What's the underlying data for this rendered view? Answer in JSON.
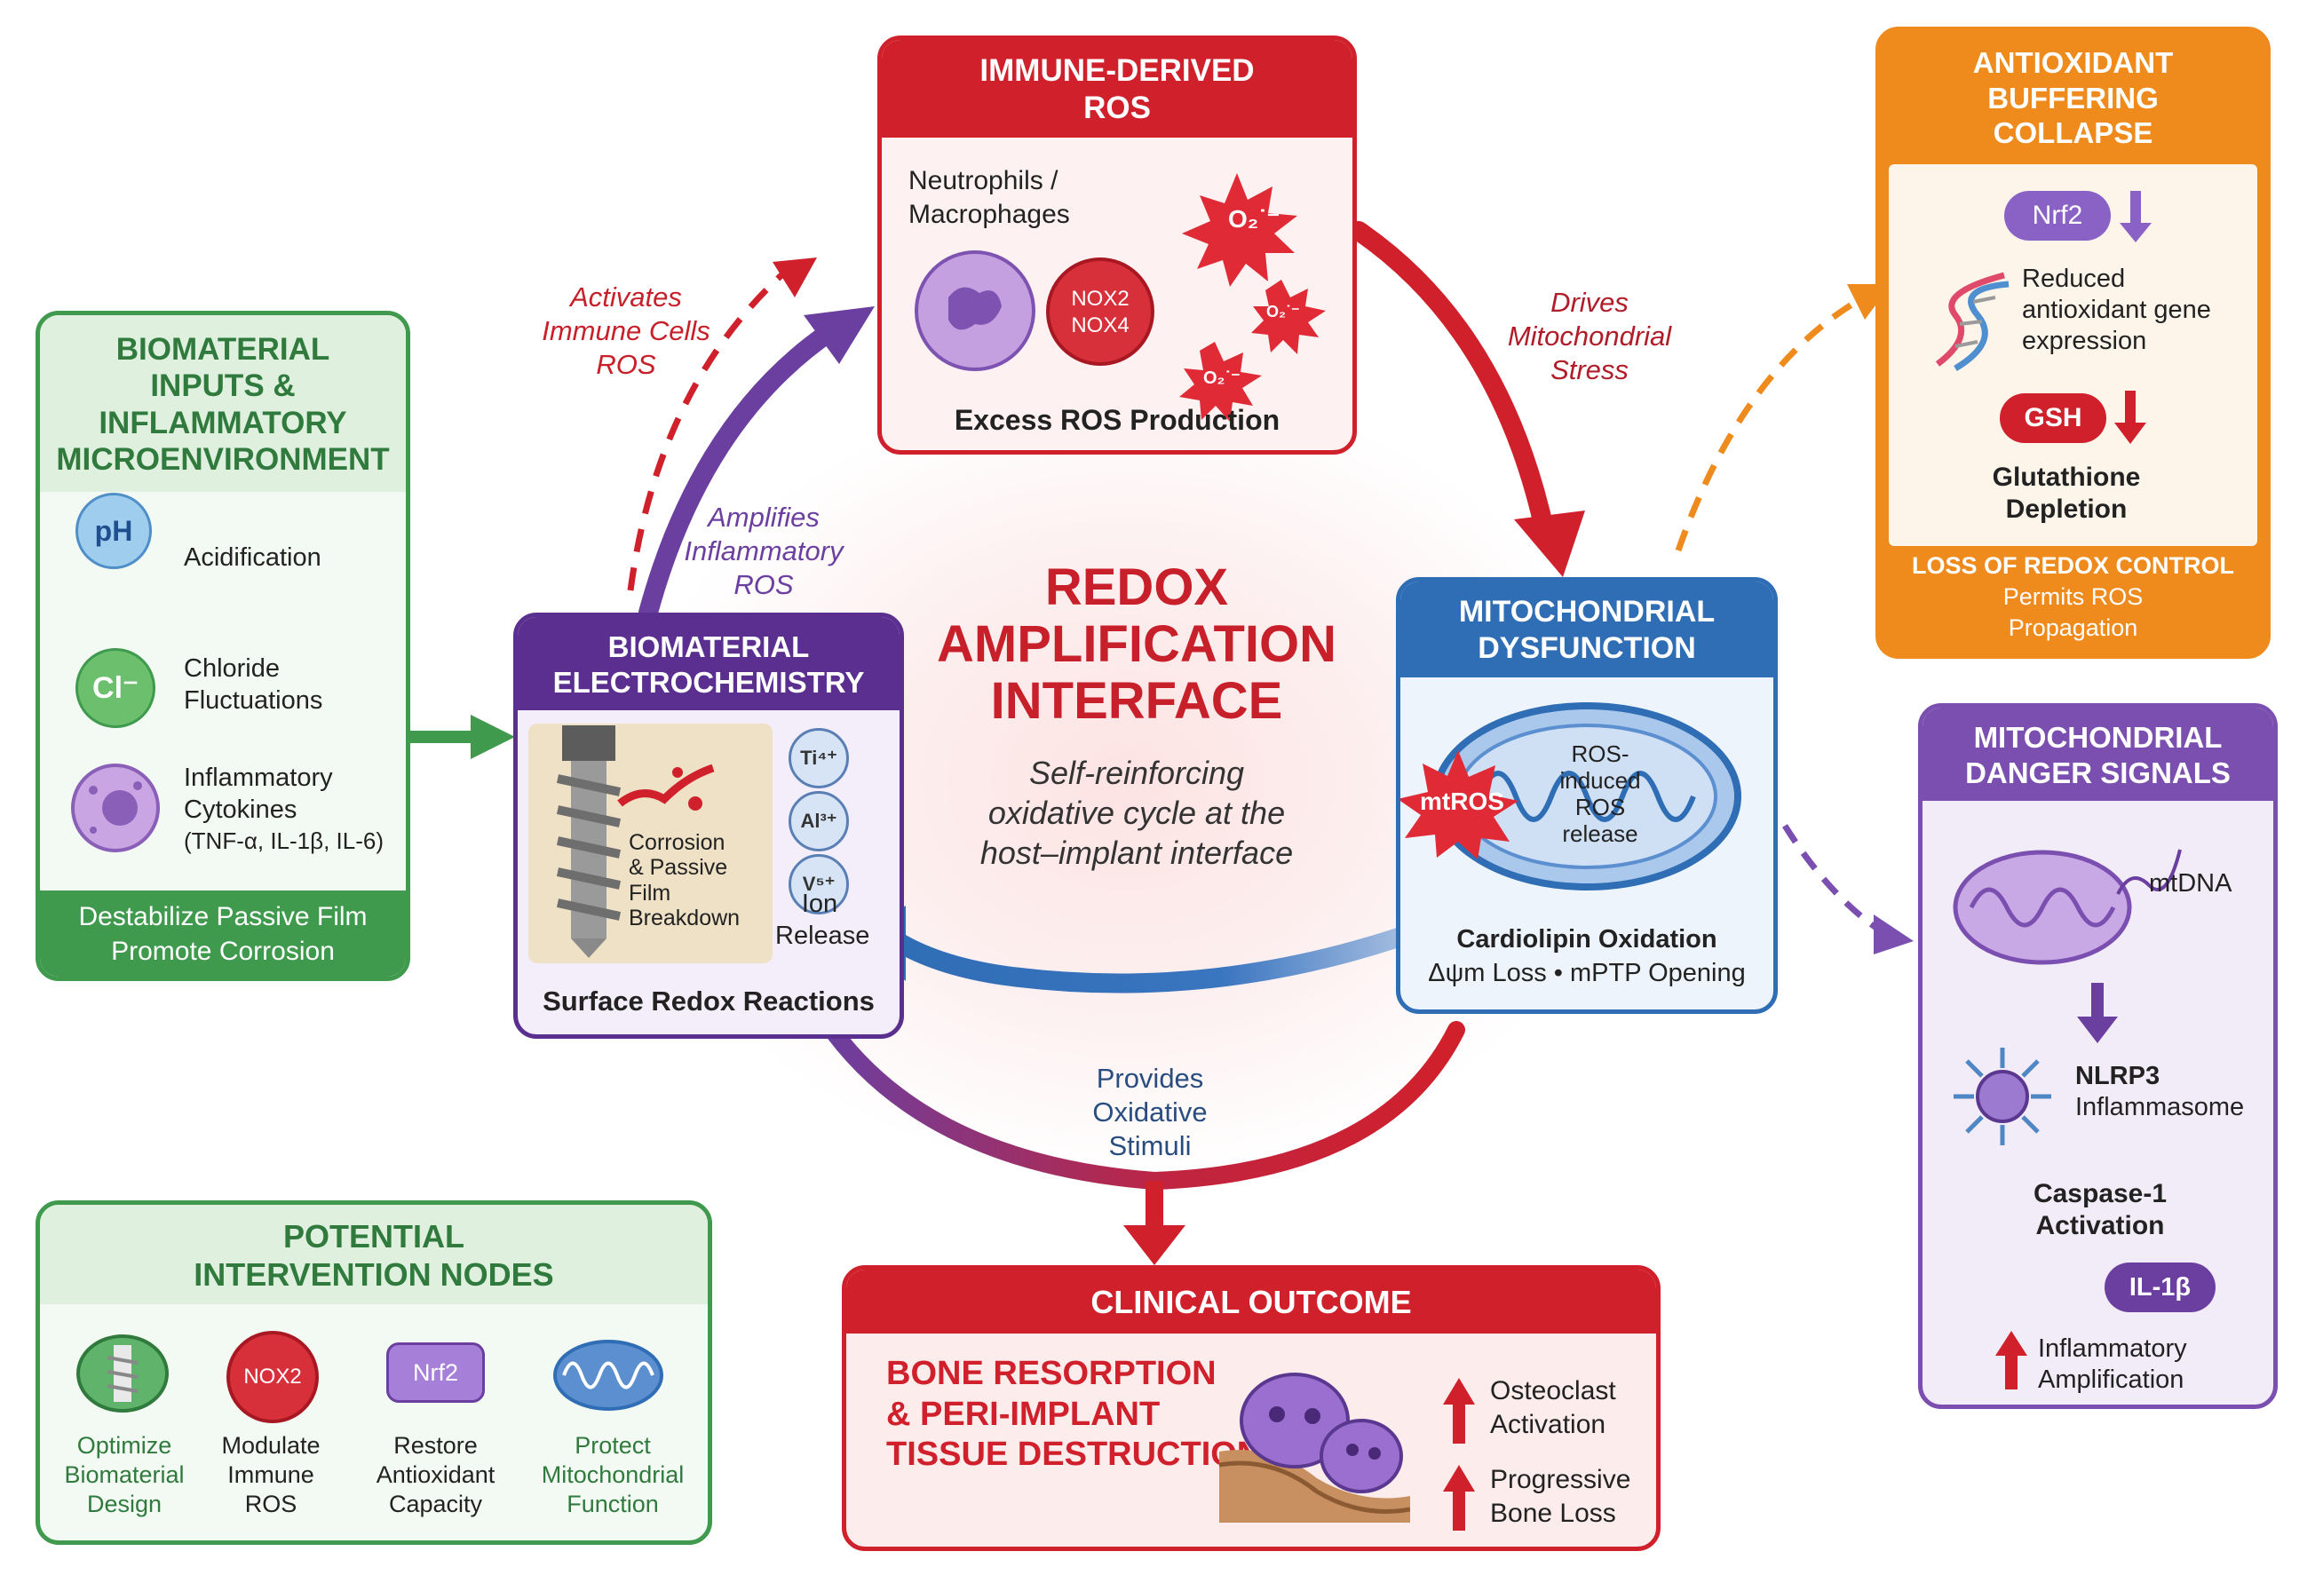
{
  "center": {
    "title_lines": [
      "REDOX",
      "AMPLIFICATION",
      "INTERFACE"
    ],
    "subtitle_lines": [
      "Self-reinforcing",
      "oxidative cycle at the",
      "host–implant interface"
    ]
  },
  "cycle_labels": {
    "activates": [
      "Activates",
      "Immune Cells",
      "ROS"
    ],
    "amplifies": [
      "Amplifies",
      "Inflammatory",
      "ROS"
    ],
    "drives": [
      "Drives",
      "Mitochondrial",
      "Stress"
    ],
    "provides": [
      "Provides",
      "Oxidative",
      "Stimuli"
    ]
  },
  "inputs": {
    "title_lines": [
      "BIOMATERIAL",
      "INPUTS &",
      "INFLAMMATORY",
      "MICROENVIRONMENT"
    ],
    "items": [
      {
        "icon": "pH",
        "label_lines": [
          "Acidification"
        ]
      },
      {
        "icon": "Cl⁻",
        "label_lines": [
          "Chloride",
          "Fluctuations"
        ]
      },
      {
        "icon": "cytokine-cell",
        "label_lines": [
          "Inflammatory",
          "Cytokines",
          "(TNF-α, IL-1β, IL-6)"
        ]
      }
    ],
    "footer_lines": [
      "Destabilize Passive Film",
      "Promote Corrosion"
    ]
  },
  "immune": {
    "title_lines": [
      "IMMUNE-DERIVED",
      "ROS"
    ],
    "cells_lines": [
      "Neutrophils /",
      "Macrophages"
    ],
    "nox_lines": [
      "NOX2",
      "NOX4"
    ],
    "superoxide": "O₂˙⁻",
    "footer": "Excess ROS Production"
  },
  "electro": {
    "title_lines": [
      "BIOMATERIAL",
      "ELECTROCHEMISTRY"
    ],
    "corrosion_lines": [
      "Corrosion",
      "& Passive",
      "Film",
      "Breakdown"
    ],
    "ions": [
      "Ti⁴⁺",
      "Al³⁺",
      "V⁵⁺"
    ],
    "ion_label_lines": [
      "Ion",
      "Release"
    ],
    "footer": "Surface Redox Reactions"
  },
  "mito": {
    "title_lines": [
      "MITOCHONDRIAL",
      "DYSFUNCTION"
    ],
    "mtros": "mtROS",
    "release_lines": [
      "ROS-",
      "induced",
      "ROS",
      "release"
    ],
    "footer_lines": [
      "Cardiolipin Oxidation",
      "Δψm Loss • mPTP Opening"
    ]
  },
  "antioxidant": {
    "title_lines": [
      "ANTIOXIDANT",
      "BUFFERING",
      "COLLAPSE"
    ],
    "nrf2": "Nrf2",
    "gene_lines": [
      "Reduced",
      "antioxidant gene",
      "expression"
    ],
    "gsh": "GSH",
    "gsh_lines": [
      "Glutathione",
      "Depletion"
    ],
    "footer_lines": [
      "LOSS OF REDOX CONTROL",
      "Permits ROS",
      "Propagation"
    ]
  },
  "danger": {
    "title_lines": [
      "MITOCHONDRIAL",
      "DANGER SIGNALS"
    ],
    "mtdna": "mtDNA",
    "nlrp3_lines": [
      "NLRP3",
      "Inflammasome"
    ],
    "caspase_lines": [
      "Caspase-1",
      "Activation"
    ],
    "il1b": "IL-1β",
    "amp_lines": [
      "Inflammatory",
      "Amplification"
    ]
  },
  "clinical": {
    "title": "CLINICAL OUTCOME",
    "main_lines": [
      "BONE RESORPTION",
      "& PERI-IMPLANT",
      "TISSUE DESTRUCTION"
    ],
    "items": [
      {
        "lines": [
          "Osteoclast",
          "Activation"
        ]
      },
      {
        "lines": [
          "Progressive",
          "Bone Loss"
        ]
      }
    ]
  },
  "interventions": {
    "title_lines": [
      "POTENTIAL",
      "INTERVENTION NODES"
    ],
    "nodes": [
      {
        "icon": "implant",
        "lines": [
          "Optimize",
          "Biomaterial",
          "Design"
        ]
      },
      {
        "icon": "NOX2",
        "lines": [
          "Modulate",
          "Immune",
          "ROS"
        ]
      },
      {
        "icon": "Nrf2",
        "lines": [
          "Restore",
          "Antioxidant",
          "Capacity"
        ]
      },
      {
        "icon": "mitochondrion",
        "lines": [
          "Protect",
          "Mitochondrial",
          "Function"
        ]
      }
    ]
  },
  "colors": {
    "red": "#d0202b",
    "green": "#3f9a4e",
    "purple": "#6b3fa0",
    "blue": "#2f6db5",
    "orange": "#ef8a1c"
  }
}
